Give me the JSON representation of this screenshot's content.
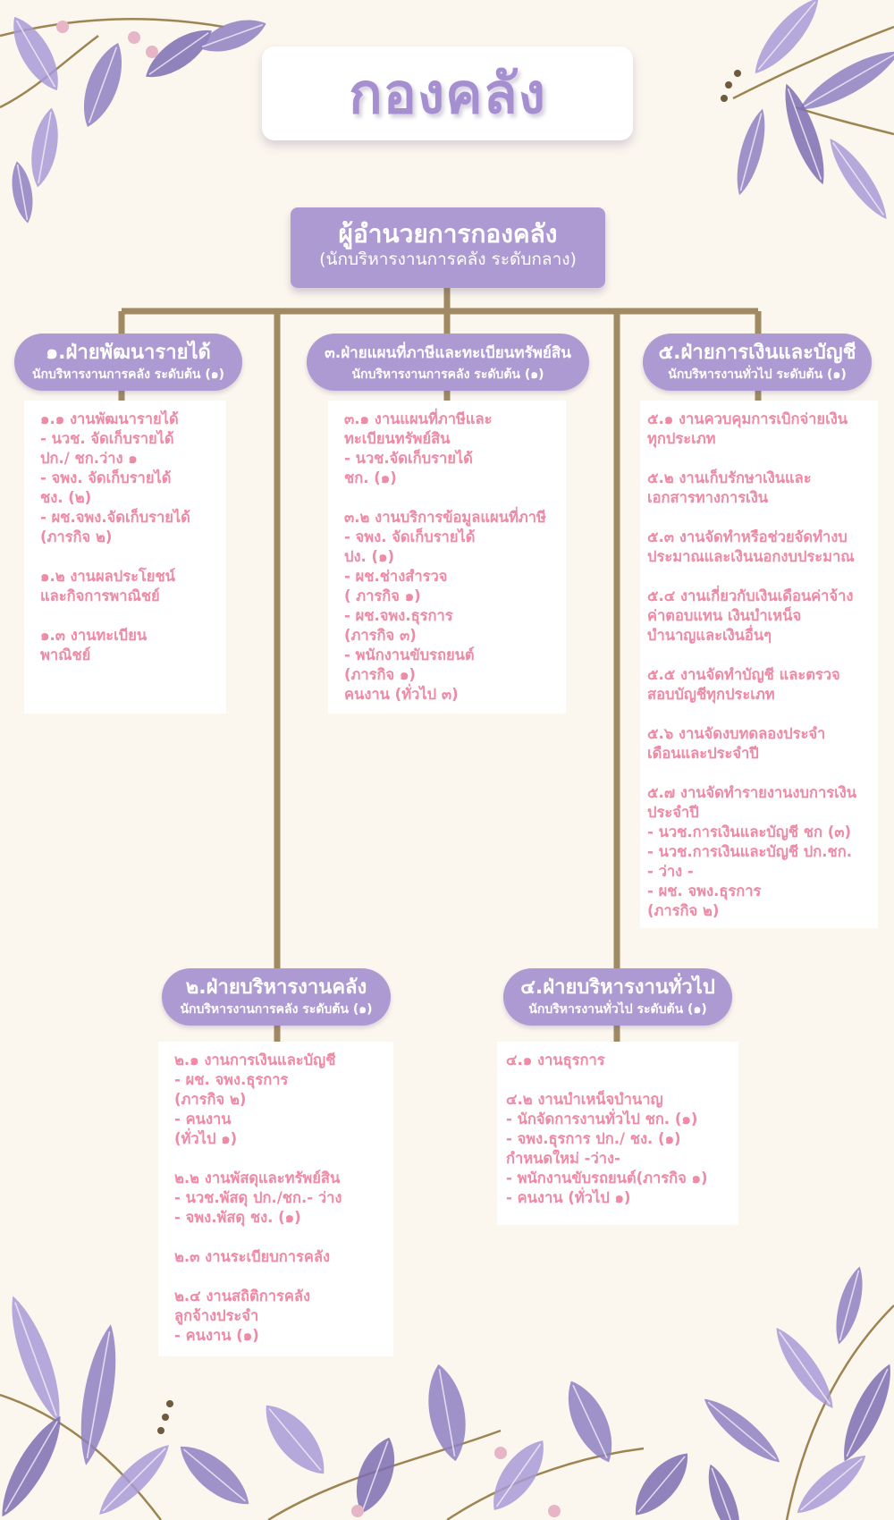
{
  "title": "กองคลัง",
  "colors": {
    "background": "#fbf6ee",
    "accent_purple": "#ae9ad3",
    "title_purple": "#a58fd0",
    "connector": "#a08a62",
    "item_text": "#ef8aa6",
    "leaf_purple": "#8d80c2"
  },
  "director": {
    "title": "ผู้อำนวยการกองคลัง",
    "subtitle": "(นักบริหารงานการคลัง ระดับกลาง)"
  },
  "departments": [
    {
      "id": "d1",
      "title": "๑.ฝ่ายพัฒนารายได้",
      "subtitle": "นักบริหารงานการคลัง ระดับต้น (๑)",
      "sections": [
        "๑.๑ งานพัฒนารายได้\n- นวช. จัดเก็บรายได้\nปก./ ชก.ว่าง ๑\n- จพง. จัดเก็บรายได้\nชง. (๒)\n- ผช.จพง.จัดเก็บรายได้\n(ภารกิจ ๒)",
        "๑.๒ งานผลประโยชน์\nและกิจการพาณิชย์",
        "๑.๓ งานทะเบียน\nพาณิชย์"
      ]
    },
    {
      "id": "d2",
      "title": "๒.ฝ่ายบริหารงานคลัง",
      "subtitle": "นักบริหารงานการคลัง ระดับต้น (๑)",
      "sections": [
        "๒.๑ งานการเงินและบัญชี\n- ผช. จพง.ธุรการ\n(ภารกิจ ๒)\n- คนงาน\n(ทั่วไป ๑)",
        "๒.๒ งานพัสดุและทรัพย์สิน\n- นวช.พัสดุ ปก./ชก.- ว่าง\n- จพง.พัสดุ ชง. (๑)",
        "๒.๓ งานระเบียบการคลัง",
        "๒.๔ งานสถิติการคลัง\nลูกจ้างประจำ\n- คนงาน (๑)"
      ]
    },
    {
      "id": "d3",
      "title": "๓.ฝ่ายแผนที่ภาษีและทะเบียนทรัพย์สิน",
      "subtitle": "นักบริหารงานการคลัง ระดับต้น (๑)",
      "sections": [
        "๓.๑ งานแผนที่ภาษีและ\nทะเบียนทรัพย์สิน\n- นวช.จัดเก็บรายได้\nชก. (๑)",
        "๓.๒ งานบริการข้อมูลแผนที่ภาษี\n- จพง. จัดเก็บรายได้\nปง. (๑)\n- ผช.ช่างสำรวจ\n( ภารกิจ ๑)\n- ผช.จพง.ธุรการ\n(ภารกิจ ๓)\n- พนักงานขับรถยนต์\n(ภารกิจ ๑)\nคนงาน (ทั่วไป ๓)"
      ]
    },
    {
      "id": "d4",
      "title": "๔.ฝ่ายบริหารงานทั่วไป",
      "subtitle": "นักบริหารงานทั่วไป ระดับต้น (๑)",
      "sections": [
        "๔.๑ งานธุรการ",
        "๔.๒ งานบำเหน็จบำนาญ\n- นักจัดการงานทั่วไป ชก. (๑)\n- จพง.ธุรการ ปก./ ชง. (๑)\nกำหนดใหม่ -ว่าง-\n- พนักงานขับรถยนต์(ภารกิจ ๑)\n- คนงาน (ทั่วไป ๑)"
      ]
    },
    {
      "id": "d5",
      "title": "๕.ฝ่ายการเงินและบัญชี",
      "subtitle": "นักบริหารงานทั่วไป ระดับต้น (๑)",
      "sections": [
        "๕.๑ งานควบคุมการเบิกจ่ายเงิน\nทุกประเภท",
        "๕.๒ งานเก็บรักษาเงินและ\nเอกสารทางการเงิน",
        "๕.๓ งานจัดทำหรือช่วยจัดทำงบ\nประมาณและเงินนอกงบประมาณ",
        "๕.๔ งานเกี่ยวกับเงินเดือนค่าจ้าง\nค่าตอบแทน เงินบำเหน็จ\nบำนาญและเงินอื่นๆ",
        "๕.๕ งานจัดทำบัญชี และตรวจ\nสอบบัญชีทุกประเภท",
        "๕.๖ งานจัดงบทดลองประจำ\nเดือนและประจำปี",
        "๕.๗ งานจัดทำรายงานงบการเงิน\nประจำปี\n- นวช.การเงินและบัญชี ชก (๓)\n- นวช.การเงินและบัญชี ปก.ชก.\n- ว่าง -\n- ผช. จพง.ธุรการ\n(ภารกิจ ๒)"
      ]
    }
  ]
}
